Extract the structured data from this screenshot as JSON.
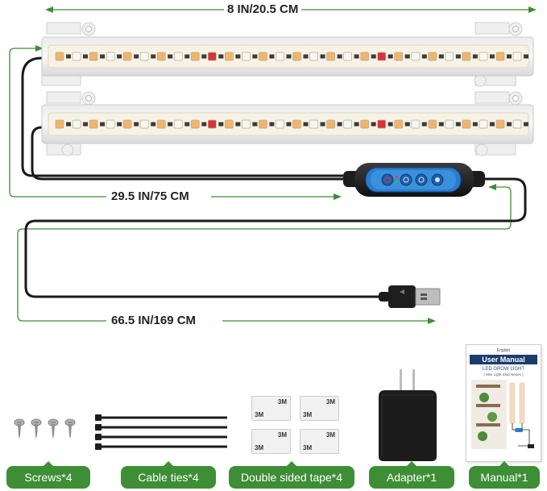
{
  "dimensions": {
    "strip_length": "8 IN/20.5 CM",
    "cable_to_controller": "29.5 IN/75 CM",
    "cable_to_usb": "66.5 IN/169 CM"
  },
  "accessories": [
    {
      "label": "Screws*4"
    },
    {
      "label": "Cable ties*4"
    },
    {
      "label": "Double sided tape*4"
    },
    {
      "label": "Adapter*1"
    },
    {
      "label": "Manual*1"
    }
  ],
  "manual": {
    "language": "English",
    "title": "User Manual",
    "product": "LED GROW LIGHT",
    "series": "( Mini Light Strip Series )"
  },
  "tape_brand": "3M",
  "colors": {
    "accent_green": "#3e8e35",
    "controller_blue": "#1e76c8",
    "led_warm": "#f2b46b",
    "led_red": "#d8323a",
    "led_white": "#f7f7f2"
  },
  "icons": [
    "arrow-left-icon",
    "arrow-right-icon",
    "usb-plug-icon",
    "power-button-icon",
    "timer-button-icon",
    "dimmer-button-icon"
  ]
}
